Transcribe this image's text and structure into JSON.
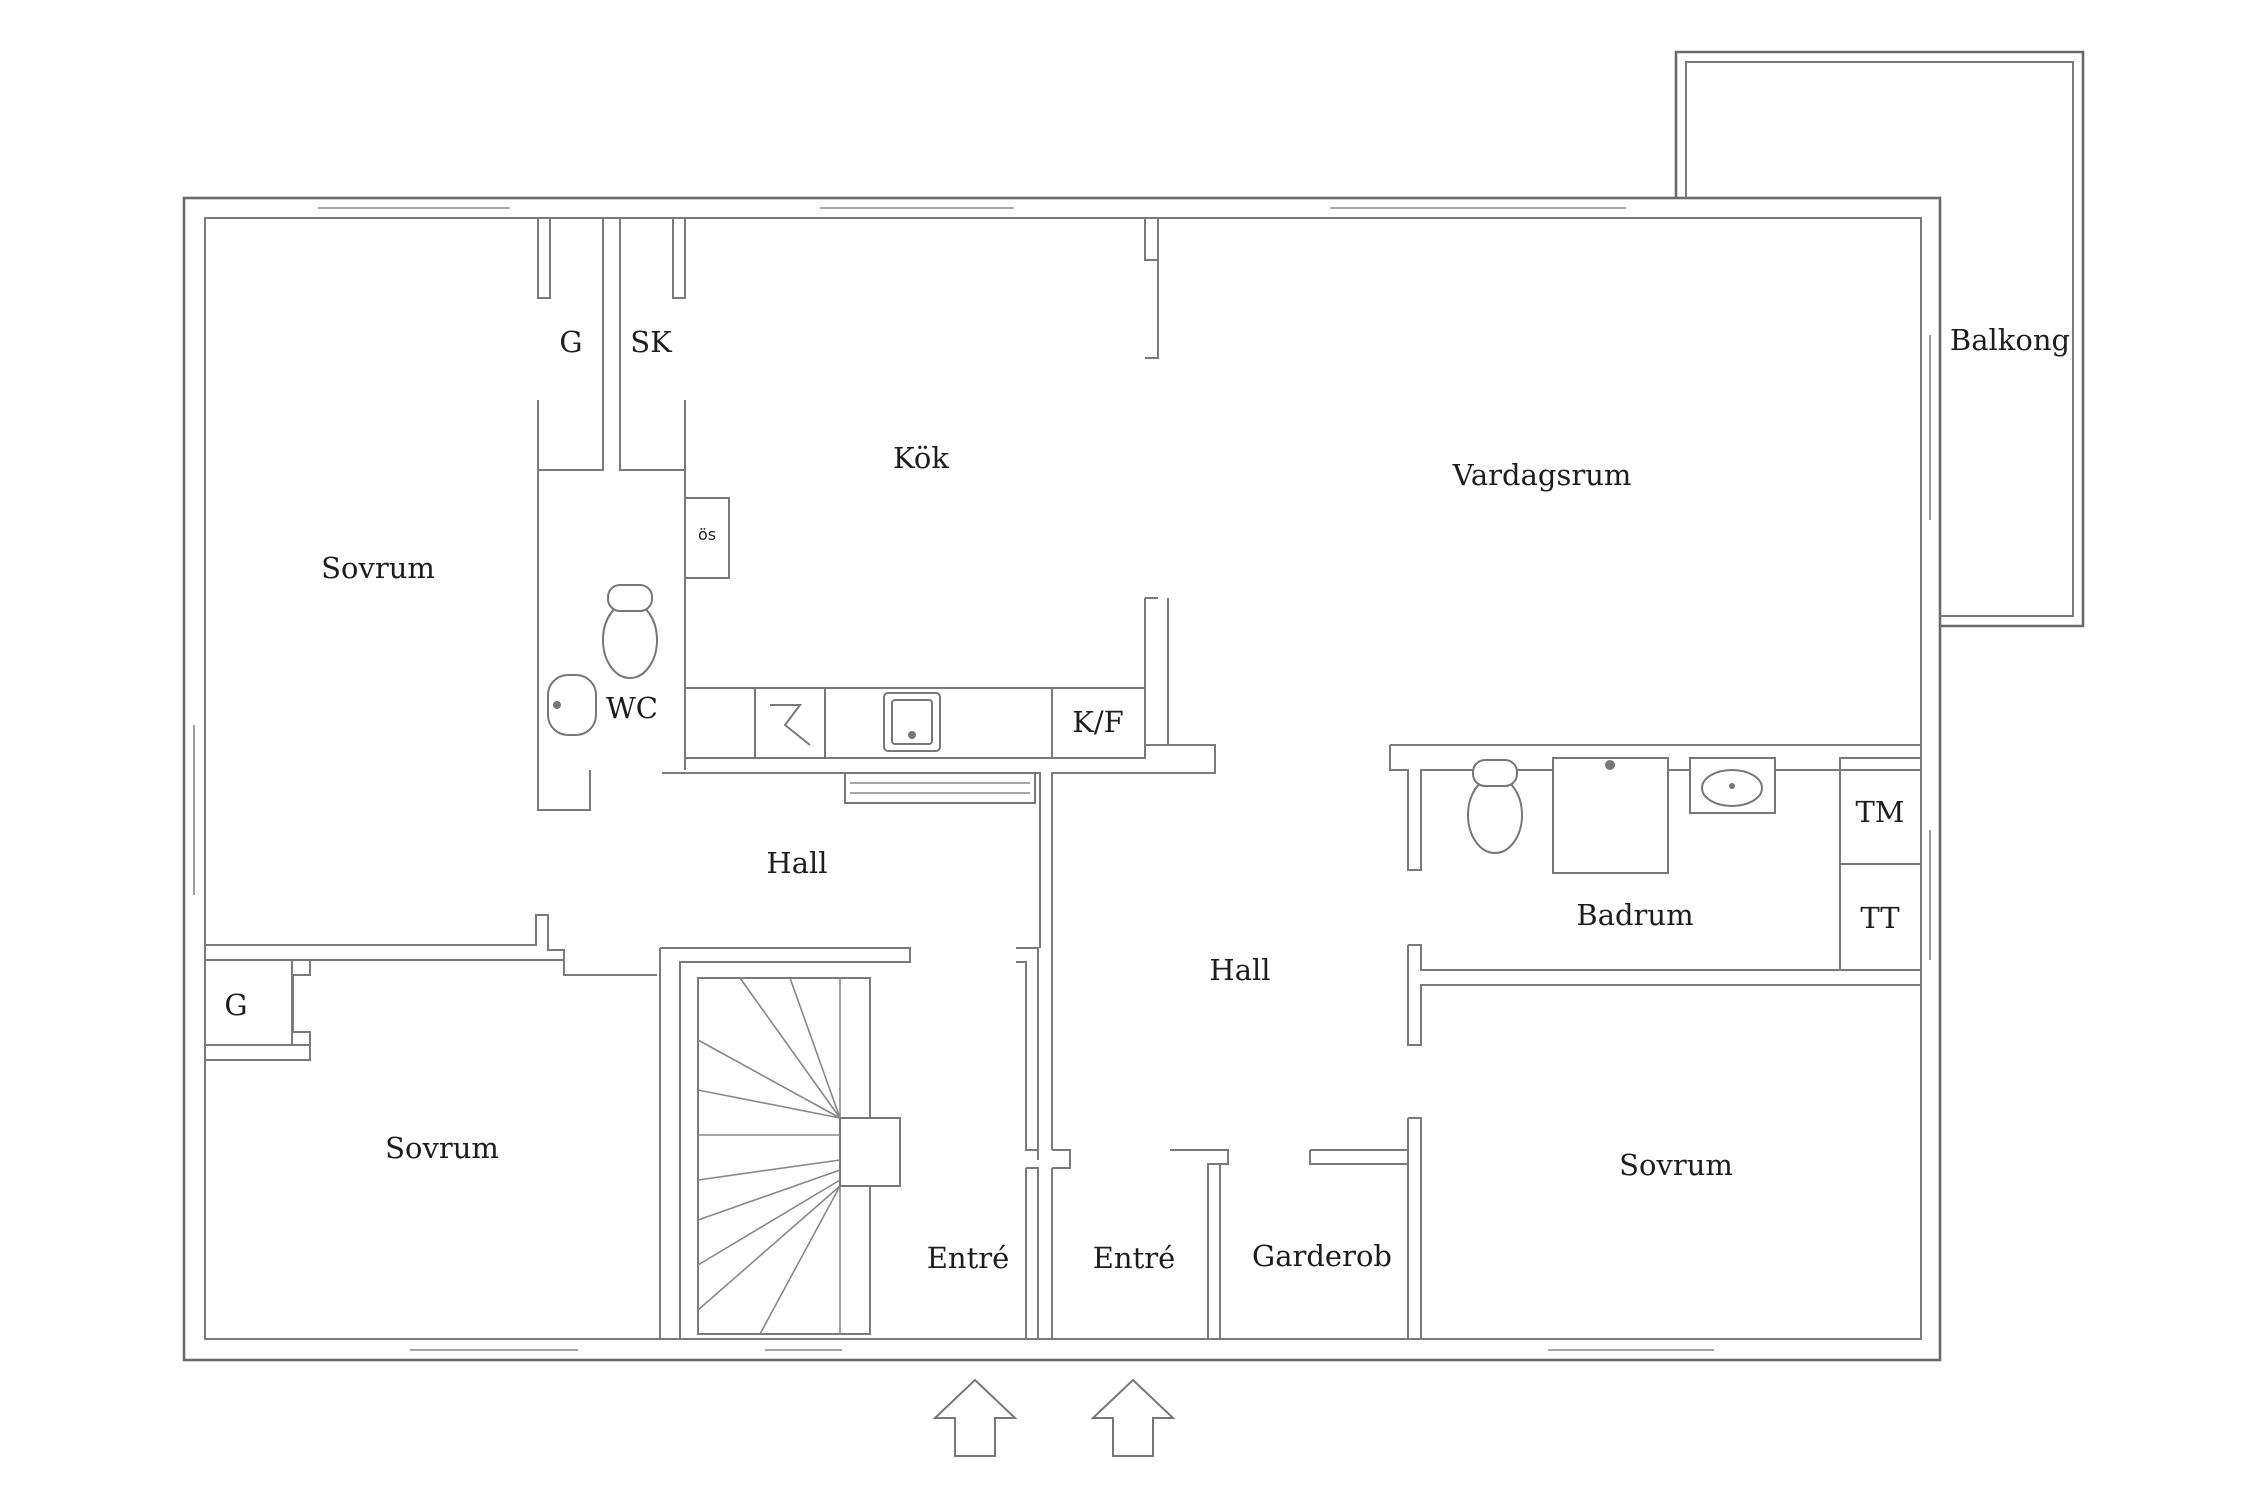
{
  "rooms": {
    "sovrum_top_left": "Sovrum",
    "g_closet_top": "G",
    "sk_closet": "SK",
    "kok": "Kök",
    "os": "ös",
    "wc": "WC",
    "kf": "K/F",
    "vardagsrum": "Vardagsrum",
    "balkong": "Balkong",
    "hall_left": "Hall",
    "hall_right": "Hall",
    "badrum": "Badrum",
    "tm": "TM",
    "tt": "TT",
    "g_closet_bottom": "G",
    "sovrum_bottom_left": "Sovrum",
    "entre_left": "Entré",
    "entre_right": "Entré",
    "garderob": "Garderob",
    "sovrum_bottom_right": "Sovrum"
  },
  "icons": {
    "entrance_arrow": "up-arrow-outline",
    "toilet": "toilet",
    "sink": "washbasin",
    "stove": "stove",
    "kitchen_sink": "kitchen-sink",
    "shower": "shower",
    "stairs": "spiral-staircase",
    "radiator": "radiator"
  }
}
